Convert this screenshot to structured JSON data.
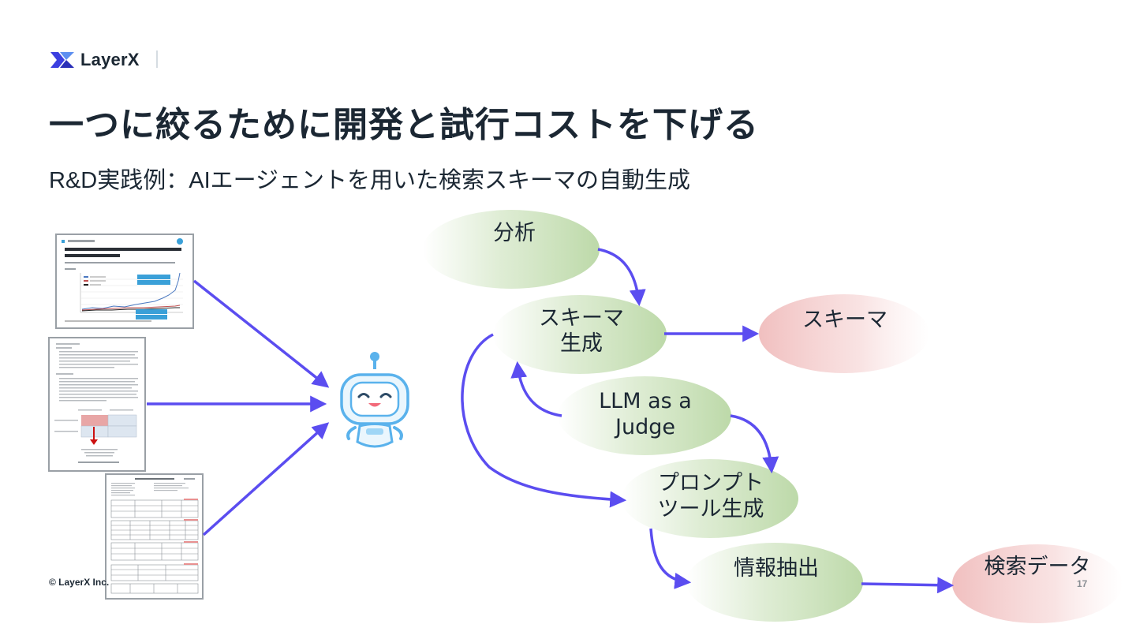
{
  "header": {
    "brand_name": "LayerX"
  },
  "slide": {
    "title": "一つに絞るために開発と試行コストを下げる",
    "subtitle": "R&D実践例：AIエージェントを用いた検索スキーマの自動生成"
  },
  "footer": {
    "copyright": "© LayerX Inc.",
    "page_number": "17"
  },
  "diagram": {
    "colors": {
      "arrow": "#5b4df0",
      "process_node": "#c3ddb0",
      "output_node": "#f2c6c6",
      "robot": "#5ab2ec"
    },
    "nodes": {
      "analysis": "分析",
      "schema_gen_line1": "スキーマ",
      "schema_gen_line2": "生成",
      "schema_output": "スキーマ",
      "llm_judge_line1": "LLM as a",
      "llm_judge_line2": "Judge",
      "prompt_tool_line1": "プロンプト",
      "prompt_tool_line2": "ツール生成",
      "info_extract": "情報抽出",
      "search_data": "検索データ"
    },
    "input_documents": [
      "document-1",
      "document-2",
      "document-3"
    ],
    "agent_icon": "robot-icon"
  }
}
